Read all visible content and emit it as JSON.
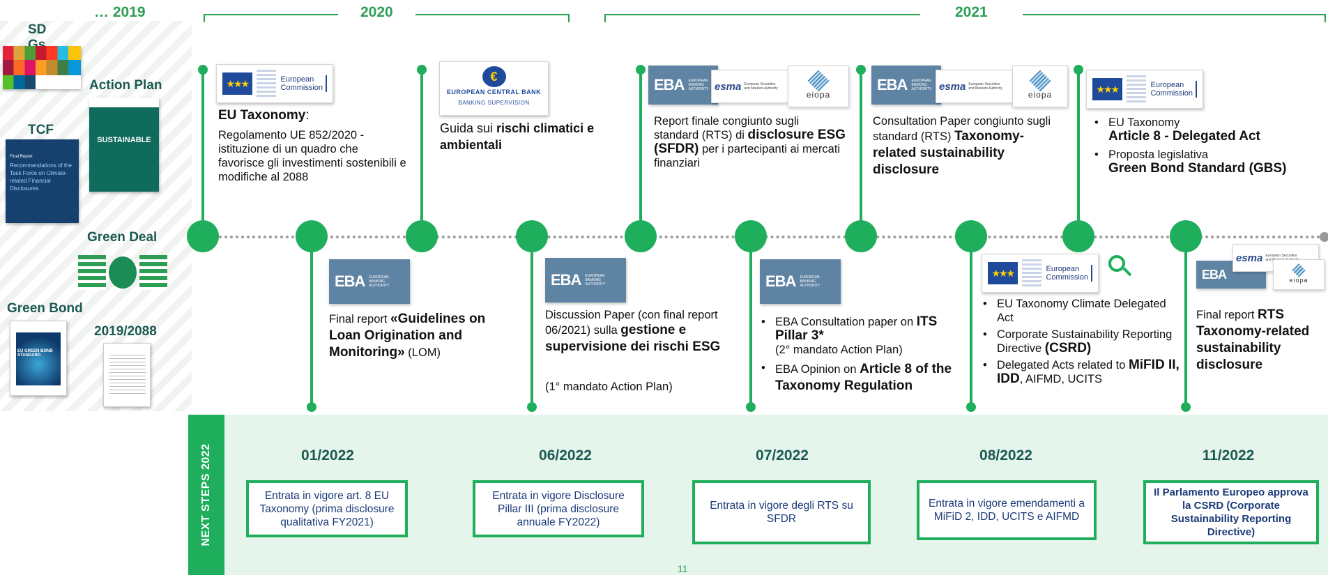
{
  "header": {
    "year_2019": "… 2019",
    "year_2020": "2020",
    "year_2021": "2021"
  },
  "left": {
    "sdg_label": "SD Gs",
    "action_plan_label": "Action Plan",
    "action_plan_cover": "SUSTAINABLE",
    "tcfd_label": "TCF D",
    "tcfd_cover_title": "Recommendations of the Task Force on Climate-related Financial Disclosures",
    "tcfd_cover_top": "Final Report",
    "green_deal_label": "Green Deal",
    "green_bond_label": "Green Bond",
    "green_bond_cover": "EU GREEN BOND STANDARD",
    "reg_label": "2019/2088"
  },
  "logos": {
    "ec_line1": "European",
    "ec_line2": "Commission",
    "ecb_title": "EUROPEAN CENTRAL BANK",
    "ecb_sub": "BANKING SUPERVISION",
    "eba": "EBA",
    "eba_sub": "EUROPEAN BANKING AUTHORITY",
    "esma": "esma",
    "esma_sub": "European Securities and Markets Authority",
    "eiopa": "eiopa"
  },
  "events_top": {
    "e1": {
      "title": "EU Taxonomy",
      "body": "Regolamento UE 852/2020 - istituzione di un quadro che favorisce gli investimenti sostenibili e modifiche al 2088"
    },
    "e2": {
      "pre": "Guida sui ",
      "bold": "rischi climatici e ambientali"
    },
    "e3": {
      "pre": "Report finale congiunto sugli standard (RTS) di ",
      "bold": "disclosure ESG (SFDR)",
      "post": " per i partecipanti ai mercati finanziari"
    },
    "e4": {
      "pre": "Consultation Paper congiunto sugli standard (RTS) ",
      "bold": "Taxonomy-related sustainability disclosure"
    },
    "e5": {
      "item1_line1": "EU Taxonomy",
      "item1_line2": "Article 8 - Delegated Act",
      "item2_line1": "Proposta legislativa",
      "item2_line2": "Green Bond Standard (GBS)"
    }
  },
  "events_bottom": {
    "b1": {
      "pre": "Final report ",
      "bold": "«Guidelines on Loan Origination and Monitoring»",
      "post": " (LOM)"
    },
    "b2": {
      "pre": "Discussion Paper (con final report 06/2021) sulla ",
      "bold": "gestione e supervisione dei rischi ESG",
      "note": "(1° mandato Action Plan)"
    },
    "b3": {
      "item1_pre": "EBA Consultation paper on ",
      "item1_bold": "ITS Pillar 3*",
      "item1_note": "(2° mandato Action Plan)",
      "item2_pre": "EBA Opinion on ",
      "item2_bold": "Article 8 of the Taxonomy Regulation"
    },
    "b4": {
      "item1": "EU Taxonomy Climate Delegated Act",
      "item2_pre": "Corporate Sustainability Reporting Directive ",
      "item2_bold": "(CSRD)",
      "item3_pre": "Delegated Acts related to ",
      "item3_bold": "MiFID II, IDD",
      "item3_post": ", AIFMD, UCITS"
    },
    "b5": {
      "pre": "Final report ",
      "bold": "RTS Taxonomy-related sustainability disclosure"
    }
  },
  "next_steps": {
    "label": "NEXT STEPS 2022",
    "items": [
      {
        "date": "01/2022",
        "text": "Entrata in vigore art. 8 EU Taxonomy (prima disclosure qualitativa FY2021)"
      },
      {
        "date": "06/2022",
        "text": "Entrata in vigore Disclosure Pillar III (prima disclosure annuale FY2022)"
      },
      {
        "date": "07/2022",
        "text": "Entrata in vigore degli RTS su SFDR"
      },
      {
        "date": "08/2022",
        "text": "Entrata in vigore emendamenti a MiFiD 2, IDD, UCITS e AIFMD"
      },
      {
        "date": "11/2022",
        "text": "Il Parlamento Europeo approva la CSRD (Corporate Sustainability Reporting Directive)"
      }
    ]
  },
  "page_number": "11",
  "colors": {
    "accent_green": "#1fae5b",
    "label_green": "#2e9e55",
    "dark_teal": "#1a5a52",
    "box_text_blue": "#1a3a78",
    "band_bg": "#e6f5ec"
  }
}
